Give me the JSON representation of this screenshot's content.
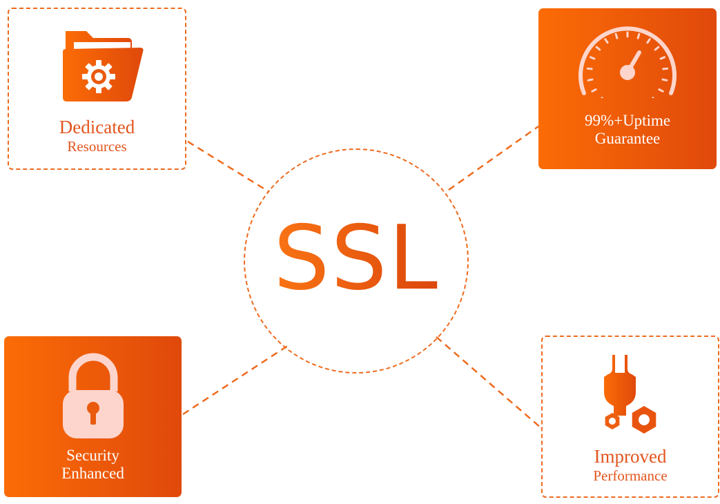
{
  "center": {
    "label": "SSL"
  },
  "cards": {
    "dedicated": {
      "line1": "Dedicated",
      "line2": "Resources",
      "icon": "folder-gear-icon"
    },
    "uptime": {
      "line1": "99%+Uptime",
      "line2": "Guarantee",
      "icon": "speedometer-icon"
    },
    "security": {
      "line1": "Security",
      "line2": "Enhanced",
      "icon": "padlock-icon"
    },
    "performance": {
      "line1": "Improved",
      "line2": "Performance",
      "icon": "wrench-nuts-icon"
    }
  },
  "colors": {
    "accent": "#ee6a1e",
    "gradient_start": "#fb6c06",
    "gradient_end": "#e0490b",
    "icon_light": "#fdd5cc"
  }
}
